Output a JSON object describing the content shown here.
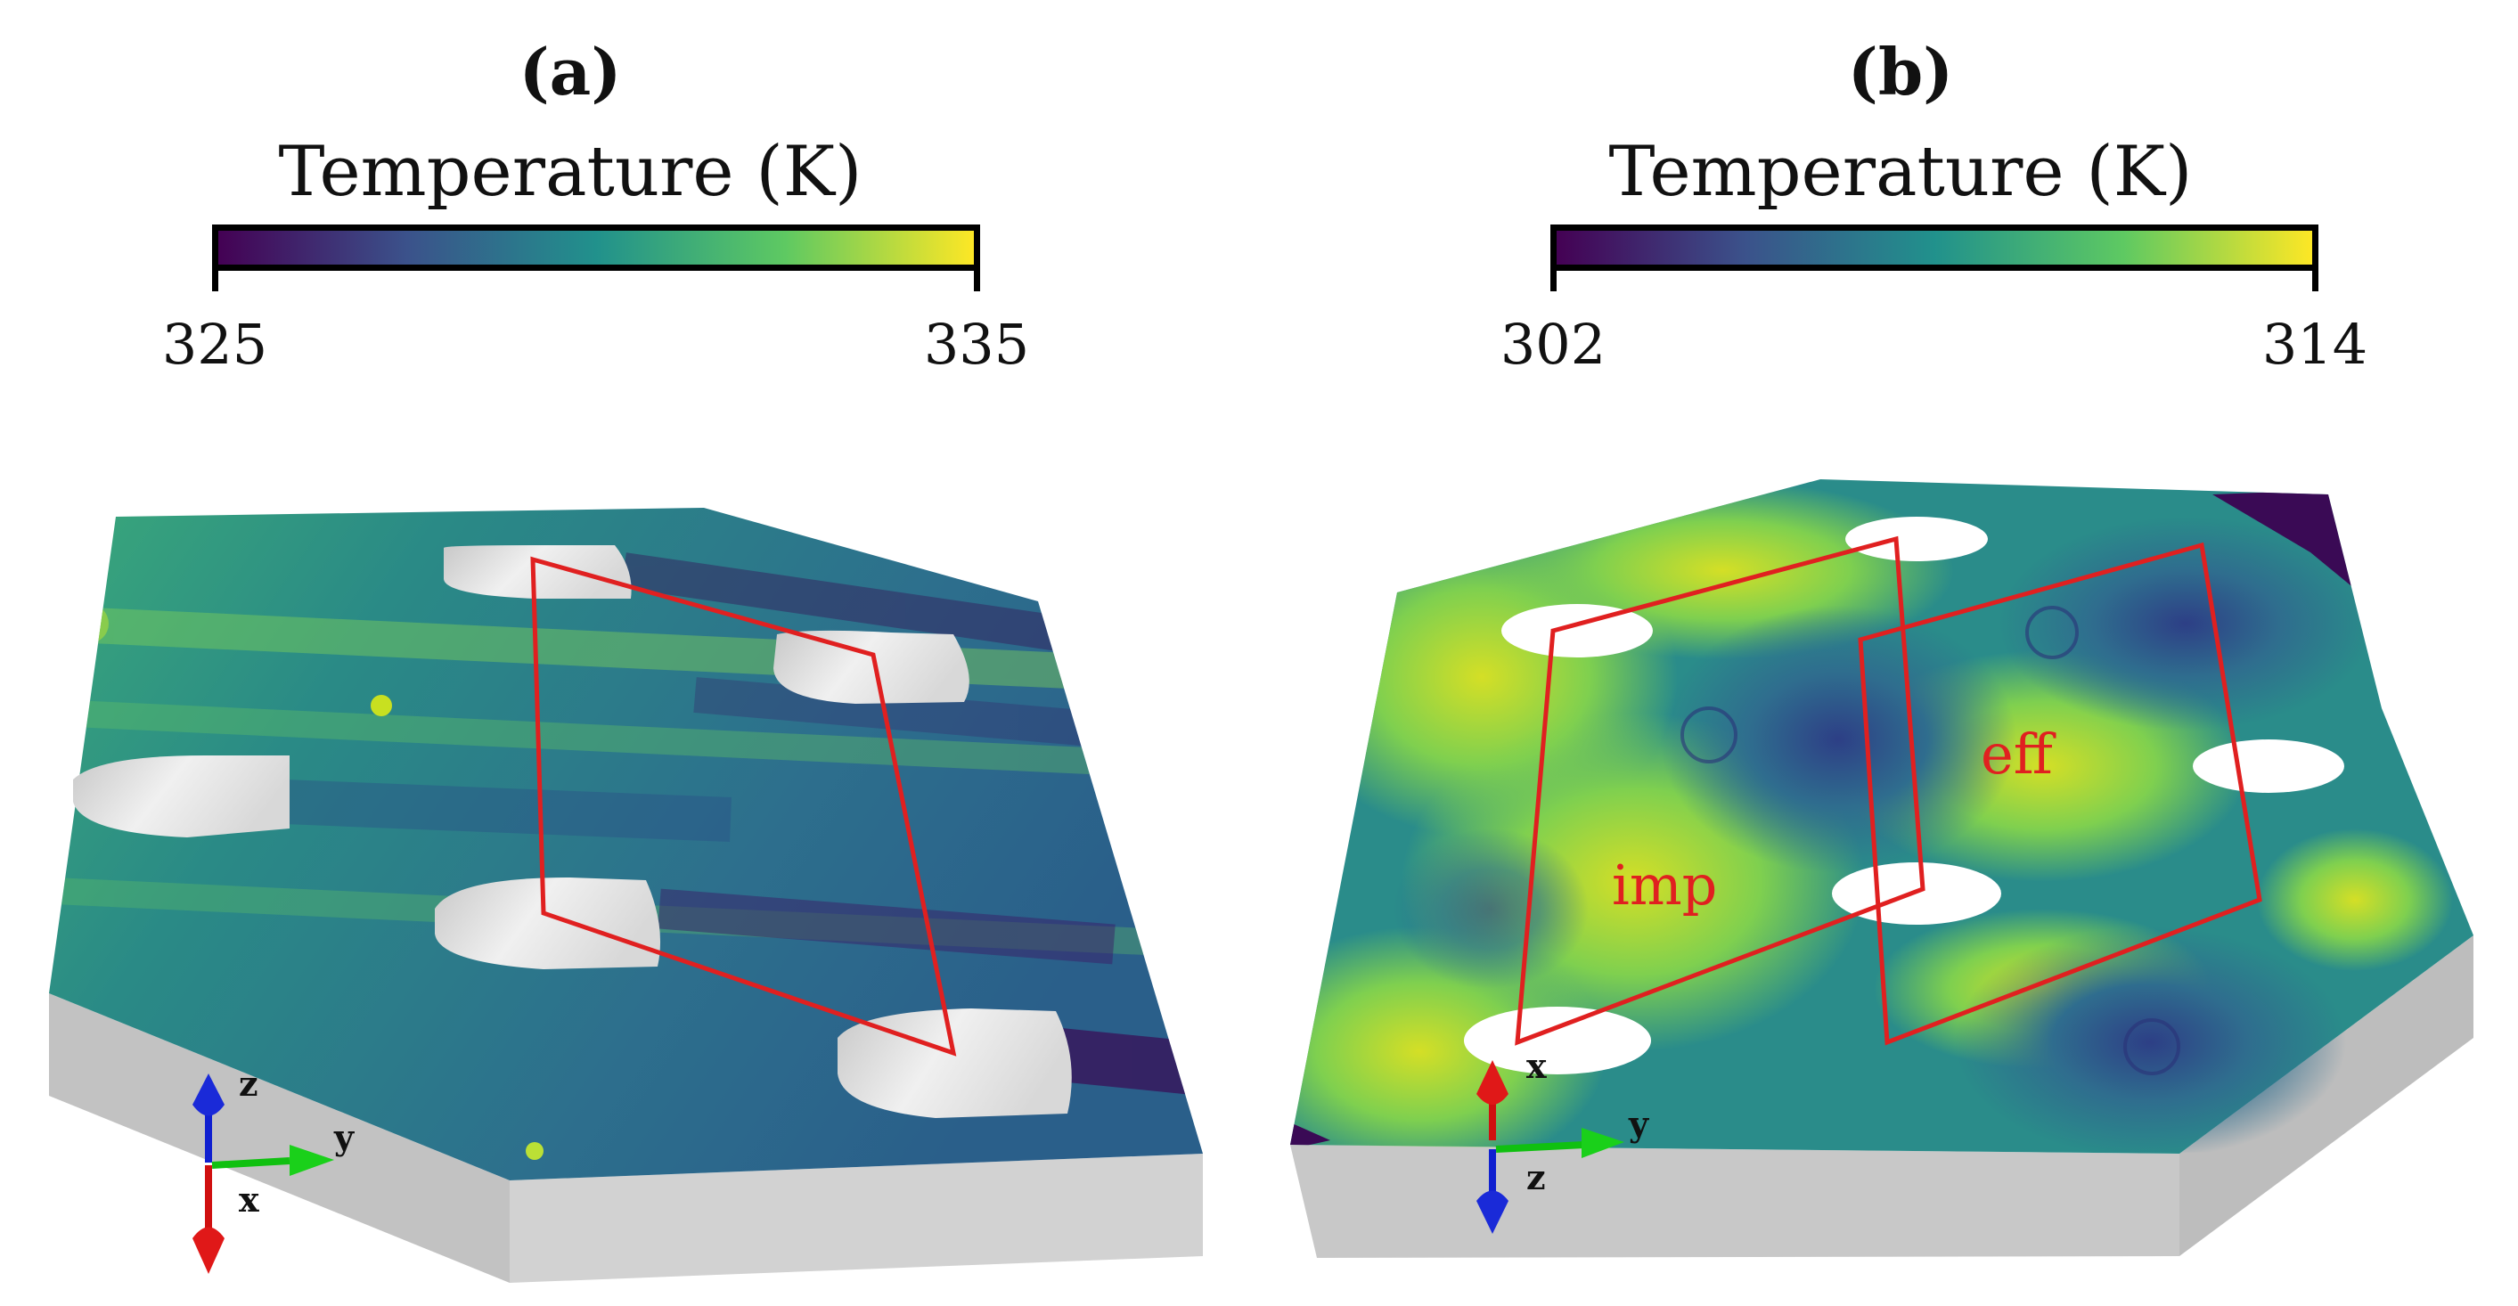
{
  "panels": [
    {
      "label": "(a)",
      "colorbar": {
        "title": "Temperature (K)",
        "min": "325",
        "max": "335"
      }
    },
    {
      "label": "(b)",
      "colorbar": {
        "title": "Temperature (K)",
        "min": "302",
        "max": "314"
      },
      "cells": {
        "imp": "imp",
        "eff": "eff"
      }
    }
  ],
  "axes": {
    "x": "x",
    "y": "y",
    "z": "z"
  },
  "colors": {
    "viridis_dark": "#440154",
    "viridis_blue": "#31688e",
    "viridis_teal": "#21918c",
    "viridis_green": "#5ec962",
    "viridis_yellow": "#fde725",
    "cell_outline": "#e02020",
    "slab_side": "#c8c8c8",
    "axis_x": "#d01010",
    "axis_y": "#10c010",
    "axis_z": "#1020d0"
  }
}
